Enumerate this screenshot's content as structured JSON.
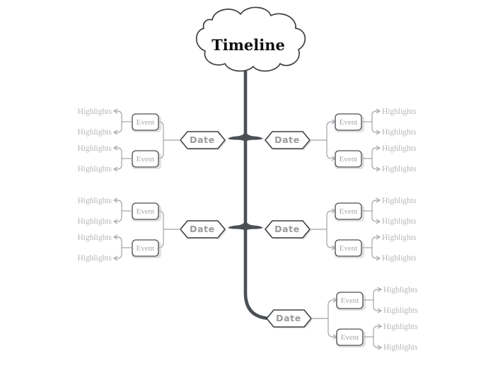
{
  "diagram": {
    "type": "mind-map",
    "title": "Timeline",
    "root": {
      "label": "Timeline",
      "shape": "cloud",
      "text_color": "#111111",
      "border_color": "#3b4045",
      "fill_color": "#ffffff"
    },
    "style": {
      "background": "#ffffff",
      "trunk_color": "#4b5055",
      "connector_color": "#9fa3a6",
      "date_text_color": "#9a9a9a",
      "event_text_color": "#a8a8a8",
      "highlight_text_color": "#b6b6b6"
    },
    "labels": {
      "date": "Date",
      "event": "Event",
      "highlight": "Highlights"
    },
    "branches": [
      {
        "id": "branch-left-1",
        "side": "left",
        "date_label": "Date",
        "events": [
          {
            "label": "Event",
            "highlights": [
              "Highlights",
              "Highlights"
            ]
          },
          {
            "label": "Event",
            "highlights": [
              "Highlights",
              "Highlights"
            ]
          }
        ]
      },
      {
        "id": "branch-right-1",
        "side": "right",
        "date_label": "Date",
        "events": [
          {
            "label": "Event",
            "highlights": [
              "Highlights",
              "Highlights"
            ]
          },
          {
            "label": "Event",
            "highlights": [
              "Highlights",
              "Highlights"
            ]
          }
        ]
      },
      {
        "id": "branch-left-2",
        "side": "left",
        "date_label": "Date",
        "events": [
          {
            "label": "Event",
            "highlights": [
              "Highlights",
              "Highlights"
            ]
          },
          {
            "label": "Event",
            "highlights": [
              "Highlights",
              "Highlights"
            ]
          }
        ]
      },
      {
        "id": "branch-right-2",
        "side": "right",
        "date_label": "Date",
        "events": [
          {
            "label": "Event",
            "highlights": [
              "Highlights",
              "Highlights"
            ]
          },
          {
            "label": "Event",
            "highlights": [
              "Highlights",
              "Highlights"
            ]
          }
        ]
      },
      {
        "id": "branch-right-3",
        "side": "right",
        "date_label": "Date",
        "events": [
          {
            "label": "Event",
            "highlights": [
              "Highlights",
              "Highlights"
            ]
          },
          {
            "label": "Event",
            "highlights": [
              "Highlights",
              "Highlights"
            ]
          }
        ]
      }
    ]
  }
}
